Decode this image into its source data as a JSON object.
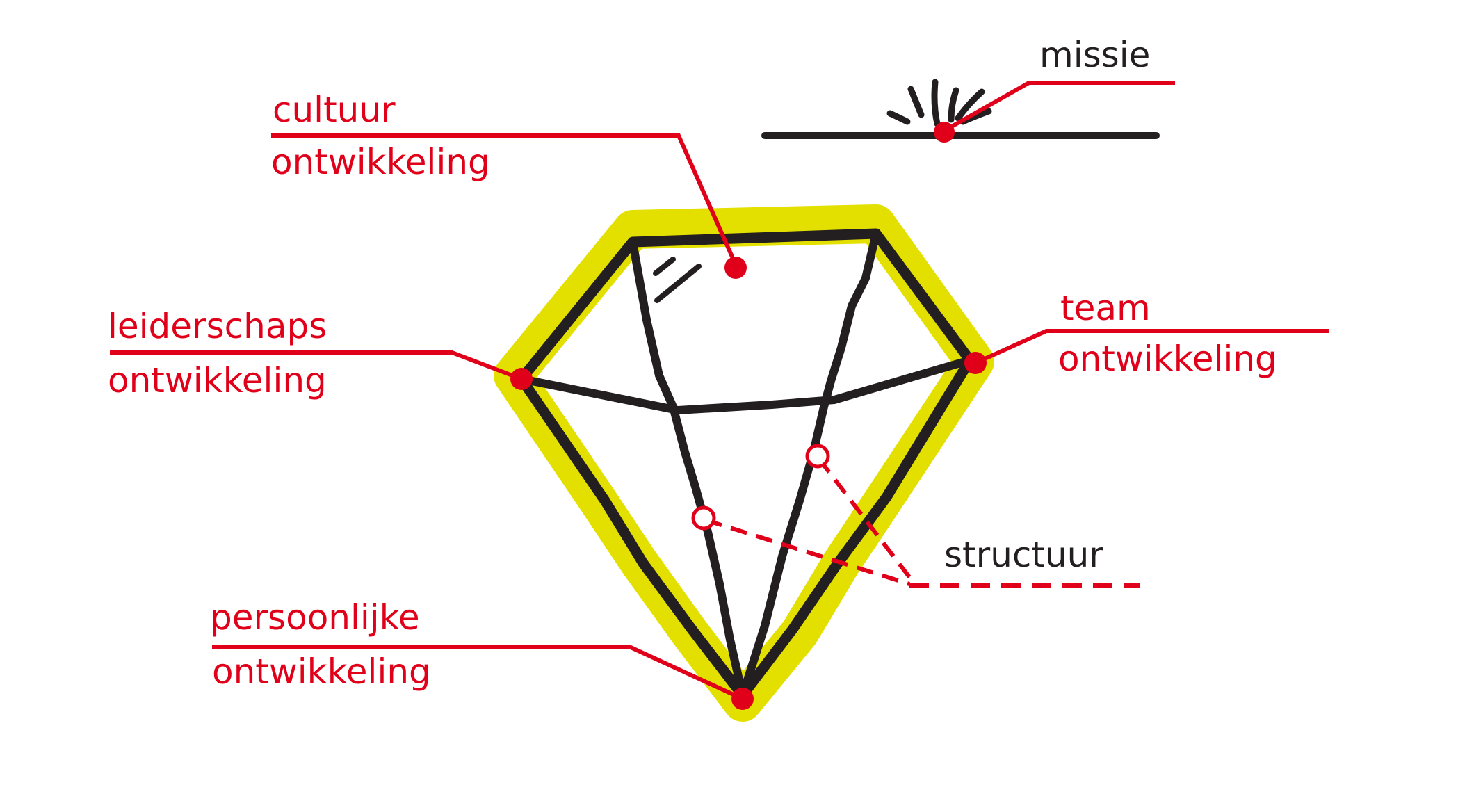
{
  "colors": {
    "accent": "#e1001a",
    "ink": "#231f20",
    "highlight": "#e3e000",
    "background": "#ffffff"
  },
  "labels": {
    "missie": "missie",
    "cultuur_line1": "cultuur",
    "cultuur_line2": "ontwikkeling",
    "leiderschap_line1": "leiderschaps",
    "leiderschap_line2": "ontwikkeling",
    "team_line1": "team",
    "team_line2": "ontwikkeling",
    "structuur": "structuur",
    "persoonlijk_line1": "persoonlijke",
    "persoonlijk_line2": "ontwikkeling"
  }
}
